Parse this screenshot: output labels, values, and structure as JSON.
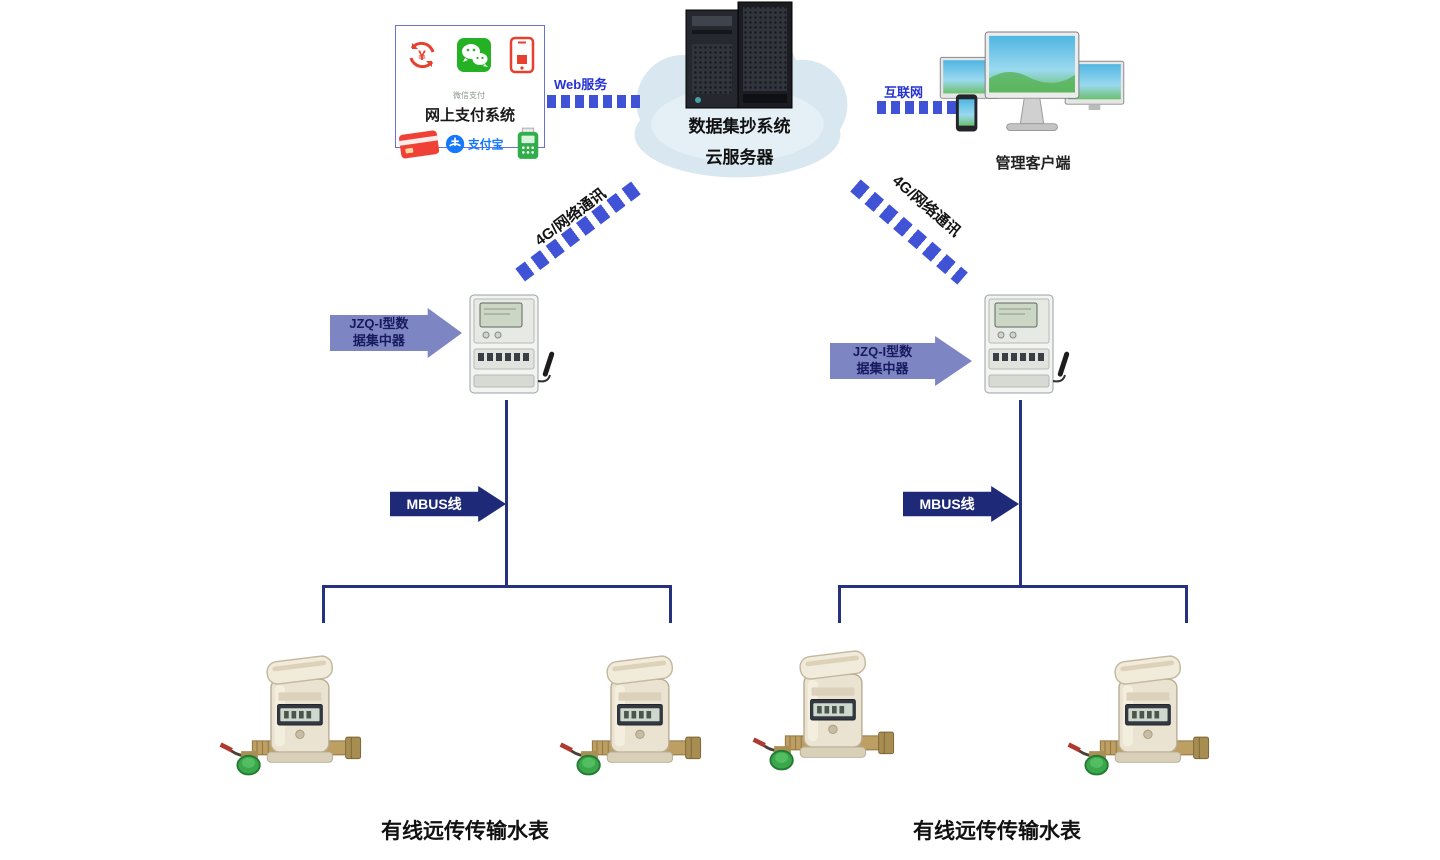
{
  "colors": {
    "link_blue": "#4053d6",
    "bus_navy": "#27327f",
    "jzq_arrow": "#7e85c3",
    "mbus_arrow": "#1e2a78",
    "label_blue": "#2531d2"
  },
  "payment": {
    "title": "网上支付系统",
    "wechat_caption": "微信支付",
    "alipay_text": "支付宝",
    "icons": [
      "refund-yuan-icon",
      "wechat-pay-icon",
      "mobile-pay-icon",
      "bank-card-icon",
      "alipay-icon",
      "pos-terminal-icon"
    ]
  },
  "cloud": {
    "line1": "数据集抄系统",
    "line2": "云服务器"
  },
  "clients": {
    "caption": "管理客户端"
  },
  "links": {
    "web": "Web服务",
    "internet": "互联网",
    "g4_left": "4G/网络通讯",
    "g4_right": "4G/网络通讯"
  },
  "concentrator_left": {
    "line1": "JZQ-I型数",
    "line2": "据集中器"
  },
  "concentrator_right": {
    "line1": "JZQ-I型数",
    "line2": "据集中器"
  },
  "mbus": {
    "left": "MBUS线",
    "right": "MBUS线"
  },
  "meters": {
    "caption_left": "有线远传传输水表",
    "caption_right": "有线远传传输水表"
  }
}
